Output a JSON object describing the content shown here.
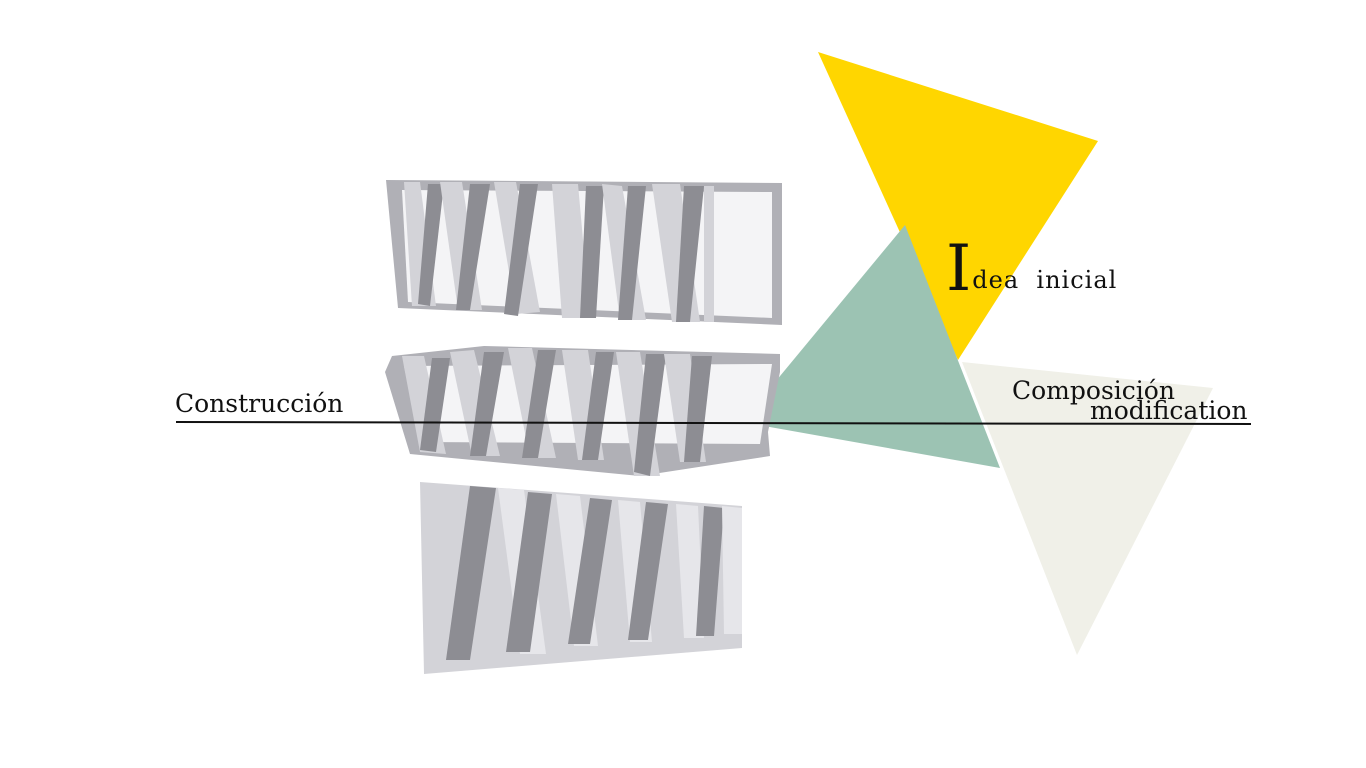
{
  "labels": {
    "construccion": "Construcción",
    "idea_initial": "I",
    "idea_rest": "dea  inicial",
    "composicion": "Composición",
    "modification": "modification"
  },
  "colors": {
    "background": "#ffffff",
    "yellow_triangle": "#ffd600",
    "teal_triangle": "#9cc3b3",
    "beige_triangle": "#f0f0e8",
    "axis_line": "#111111",
    "paper_light": "#d3d3d8",
    "paper_shadow": "#8d8d93",
    "paper_frame": "#b0b0b6"
  },
  "models": [
    {
      "name": "upper-paper-model"
    },
    {
      "name": "middle-paper-model"
    },
    {
      "name": "lower-paper-model"
    }
  ]
}
